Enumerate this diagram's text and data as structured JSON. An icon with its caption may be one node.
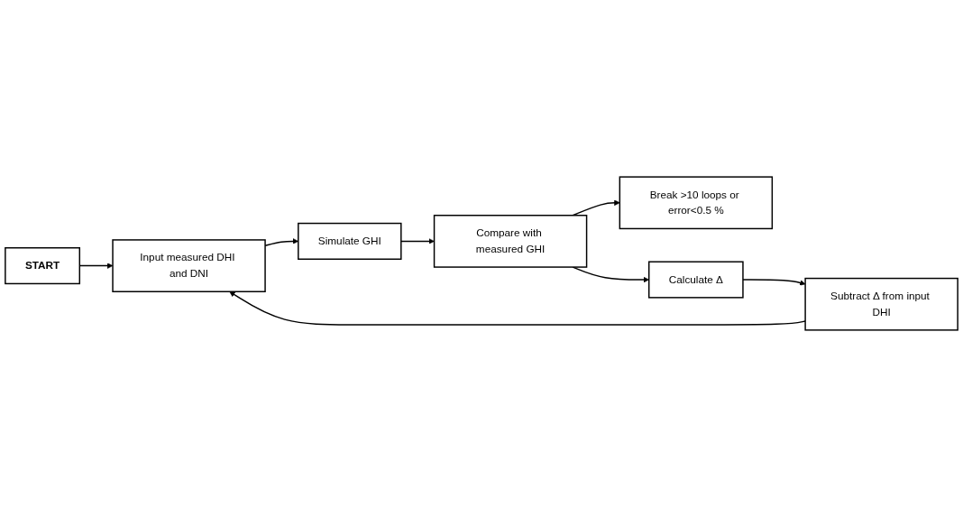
{
  "diagram": {
    "nodes": [
      {
        "text": [
          "START"
        ]
      },
      {
        "text": [
          "Input measured DHI and DNI"
        ]
      },
      {
        "text": [
          "Simulate GHI"
        ]
      },
      {
        "text": [
          "Compare with measured GHI"
        ]
      },
      {
        "text": [
          "Break >10 loops or error<0.5 %"
        ]
      },
      {
        "text": [
          "Calculate Δ"
        ]
      },
      {
        "text": [
          "Subtract Δ from input DHI"
        ]
      }
    ],
    "edges": [
      {
        "from": 0,
        "to": 1,
        "arrow": "to"
      },
      {
        "from": 1,
        "to": 2,
        "arrow": "to"
      },
      {
        "from": 2,
        "to": 3,
        "arrow": "to"
      },
      {
        "from": 3,
        "to": 4,
        "arrow": "to"
      },
      {
        "from": 3,
        "to": 5,
        "arrow": "to"
      },
      {
        "from": 5,
        "to": 6,
        "arrow": "to"
      },
      {
        "from": 6,
        "to": 1,
        "arrow": "to"
      }
    ]
  }
}
